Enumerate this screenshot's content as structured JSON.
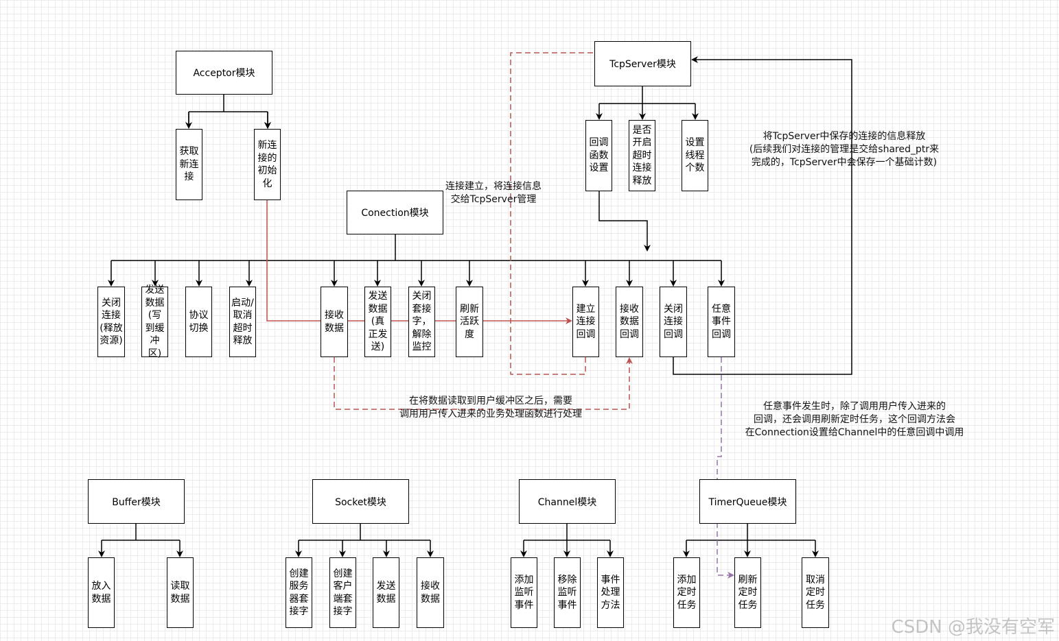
{
  "modules": {
    "acceptor": {
      "title": "Acceptor模块",
      "items": [
        "获取新连接",
        "新连接的初始化"
      ]
    },
    "tcpserver": {
      "title": "TcpServer模块",
      "items": [
        "回调函数设置",
        "是否开启超时连接释放",
        "设置线程个数"
      ]
    },
    "connection": {
      "title": "Conection模块",
      "items": [
        "关闭连接(释放资源)",
        "发送数据(写到缓冲区)",
        "协议切换",
        "启动/取消超时释放",
        "接收数据",
        "发送数据(真正发送)",
        "关闭套接字，解除监控",
        "刷新活跃度",
        "建立连接回调",
        "接收数据回调",
        "关闭连接回调",
        "任意事件回调"
      ]
    },
    "buffer": {
      "title": "Buffer模块",
      "items": [
        "放入数据",
        "读取数据"
      ]
    },
    "socket": {
      "title": "Socket模块",
      "items": [
        "创建服务器套接字",
        "创建客户端套接字",
        "发送数据",
        "接收数据"
      ]
    },
    "channel": {
      "title": "Channel模块",
      "items": [
        "添加监听事件",
        "移除监听事件",
        "事件处理方法"
      ]
    },
    "timerqueue": {
      "title": "TimerQueue模块",
      "items": [
        "添加定时任务",
        "刷新定时任务",
        "取消定时任务"
      ]
    }
  },
  "notes": {
    "conn_established": [
      "连接建立，将连接信息",
      "交给TcpServer管理"
    ],
    "release": [
      "将TcpServer中保存的连接的信息释放",
      "(后续我们对连接的管理是交给shared_ptr来",
      "完成的，TcpServer中会保存一个基础计数)"
    ],
    "recv_process": [
      "在将数据读取到用户缓冲区之后，需要",
      "调用用户传入进来的业务处理函数进行处理"
    ],
    "any_event": [
      "任意事件发生时，除了调用用户传入进来的",
      "回调，还会调用刷新定时任务，这个回调方法会",
      "在Connection设置给Channel中的任意回调中调用"
    ]
  },
  "watermark": "CSDN @我没有空军",
  "colors": {
    "line": "#000000",
    "red_solid": "#c0504d",
    "red_dashed": "#b85450",
    "purple_dashed": "#9673a6"
  }
}
